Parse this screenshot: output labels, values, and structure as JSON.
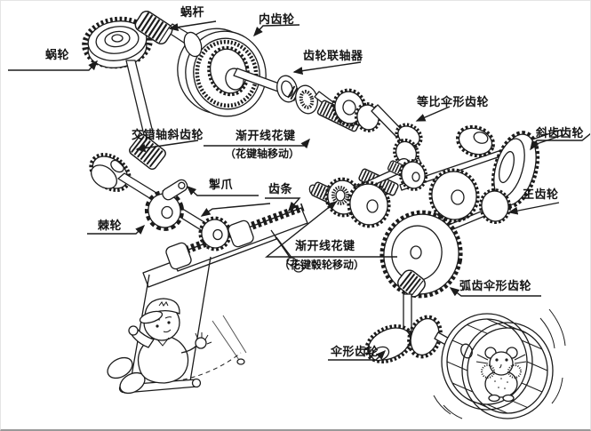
{
  "diagram": {
    "type": "mechanical-gear-transmission-illustration",
    "colors": {
      "line": "#1c1c1c",
      "background": "#ffffff",
      "border": "#9a9a9a"
    },
    "labels": {
      "worm": "蜗杆",
      "worm_wheel": "蜗轮",
      "internal_gear": "内齿轮",
      "gear_coupling": "齿轮联轴器",
      "miter_bevel_gear": "等比伞形齿轮",
      "crossed_axis_helical_gear": "交错轴斜齿轮",
      "involute_spline_shaft": "渐开线花键",
      "involute_spline_shaft_note": "（花键轴移动）",
      "helical_gear": "斜齿齿轮",
      "pawl": "掣爪",
      "rack": "齿条",
      "spur_gear": "正齿轮",
      "ratchet_wheel": "棘轮",
      "involute_spline_hub": "渐开线花键",
      "involute_spline_hub_note": "（花键毂轮移动）",
      "spiral_bevel_gear": "弧齿伞形齿轮",
      "bevel_gear": "伞形齿轮"
    }
  }
}
